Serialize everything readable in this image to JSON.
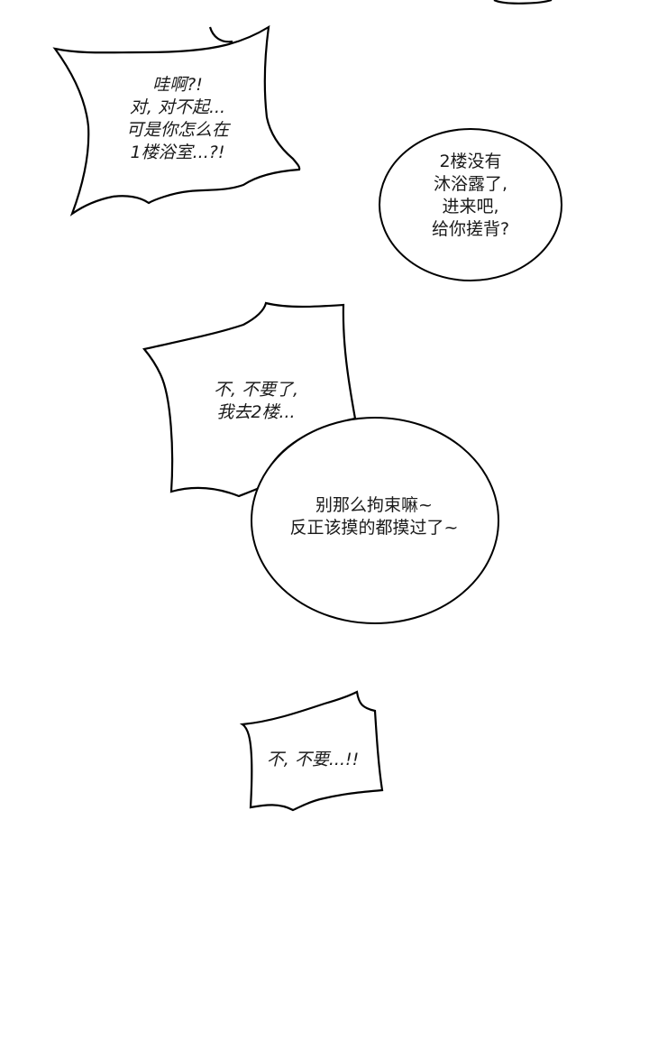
{
  "page": {
    "background": "#ffffff",
    "outline_color": "#000000"
  },
  "bubbles": [
    {
      "id": "bubble-1",
      "shape": "spiky",
      "style": "italic",
      "lines": [
        "哇啊?!",
        "对, 对不起...",
        "可是你怎么在",
        "1楼浴室...?!"
      ]
    },
    {
      "id": "bubble-2",
      "shape": "oval",
      "style": "normal",
      "lines": [
        "2楼没有",
        "沐浴露了,",
        "进来吧,",
        "给你搓背?"
      ]
    },
    {
      "id": "bubble-3",
      "shape": "spiky",
      "style": "italic",
      "lines": [
        "不, 不要了,",
        "我去2楼..."
      ]
    },
    {
      "id": "bubble-4",
      "shape": "oval",
      "style": "normal",
      "lines": [
        "别那么拘束嘛~",
        "反正该摸的都摸过了~"
      ]
    },
    {
      "id": "bubble-5",
      "shape": "spiky",
      "style": "italic",
      "lines": [
        "不, 不要...!!"
      ]
    }
  ]
}
